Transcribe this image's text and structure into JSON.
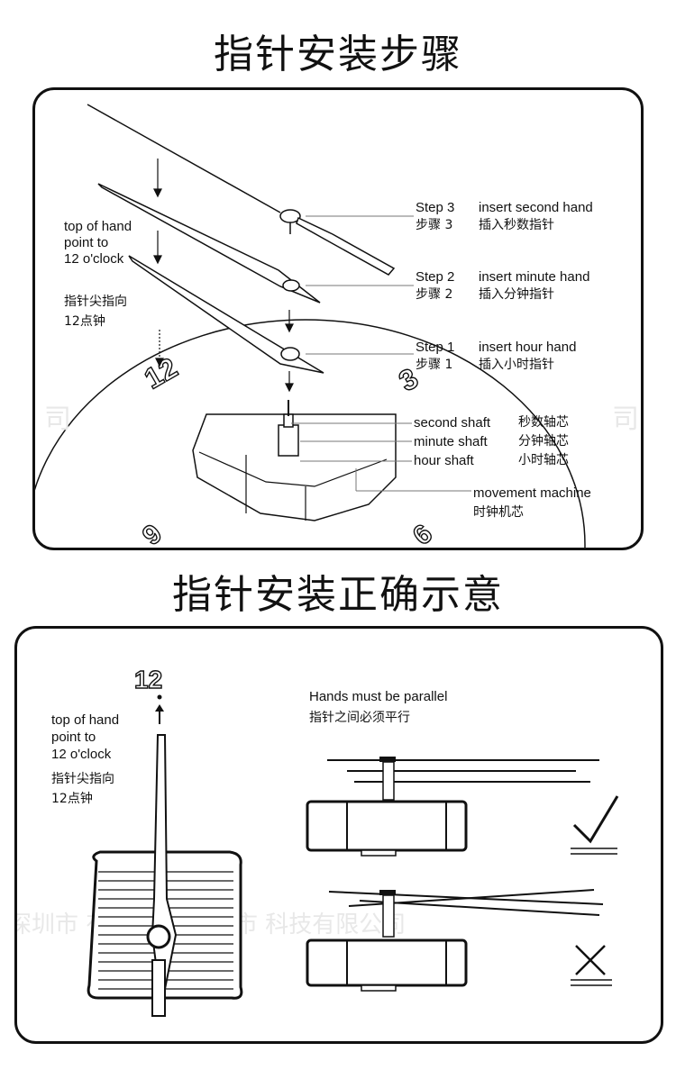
{
  "titles": {
    "steps": "指针安装步骤",
    "correct": "指针安装正确示意"
  },
  "panel1": {
    "top_label_en": [
      "top of hand",
      "point to",
      "12 o'clock"
    ],
    "top_label_zh": [
      "指针尖指向",
      "12点钟"
    ],
    "steps": [
      {
        "en": "Step 3",
        "en_desc": "insert second hand",
        "zh": "步骤 3",
        "zh_desc": "插入秒数指针"
      },
      {
        "en": "Step 2",
        "en_desc": "insert minute hand",
        "zh": "步骤 2",
        "zh_desc": "插入分钟指针"
      },
      {
        "en": "Step 1",
        "en_desc": "insert hour hand",
        "zh": "步骤 1",
        "zh_desc": "插入小时指针"
      }
    ],
    "shafts": [
      {
        "en": "second shaft",
        "zh": "秒数轴芯"
      },
      {
        "en": "minute shaft",
        "zh": "分钟轴芯"
      },
      {
        "en": "hour shaft",
        "zh": "小时轴芯"
      }
    ],
    "movement_en": "movement  machine",
    "movement_zh": "时钟机芯",
    "dial_numbers": [
      "12",
      "3",
      "6",
      "9"
    ],
    "watermark_left": "司",
    "watermark_right": "司"
  },
  "panel2": {
    "dial_12": "12",
    "top_label_en": [
      "top of hand",
      "point to",
      "12 o'clock"
    ],
    "top_label_zh": [
      "指针尖指向",
      "12点钟"
    ],
    "parallel_en": "Hands must be parallel",
    "parallel_zh": "指针之间必须平行",
    "watermark": "深圳市   有限公司|深圳市   科技有限公司"
  }
}
